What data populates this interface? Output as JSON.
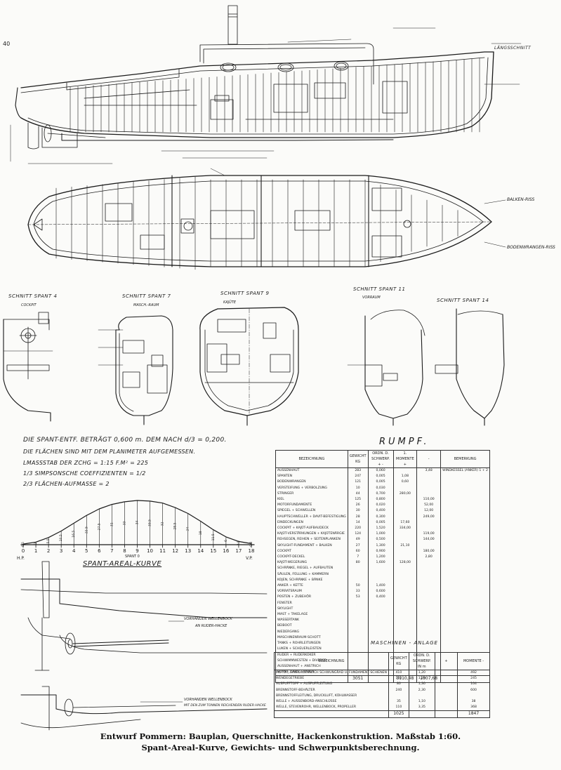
{
  "sheet": {
    "page_number": "40",
    "caption_line1": "Entwurf Pommern: Bauplan, Querschnitte, Hackenkonstruktion. Maßstab 1:60.",
    "caption_line2": "Spant-Areal-Kurve, Gewichts- und Schwerpunktsberechnung."
  },
  "profile": {
    "title": "LÄNGSSCHNITT"
  },
  "plan": {
    "label_upper": "BALKEN-RISS",
    "label_lower": "BODENWRANGEN-RISS"
  },
  "sections": [
    {
      "title": "SCHNITT SPANT 4",
      "sub": "COCKPIT"
    },
    {
      "title": "SCHNITT SPANT 7",
      "sub": "MASCH.-RAUM"
    },
    {
      "title": "SCHNITT SPANT 9",
      "sub": "KAJÜTE"
    },
    {
      "title": "SCHNITT SPANT 11",
      "sub": "VORRAUM"
    },
    {
      "title": "SCHNITT SPANT 14",
      "sub": ""
    }
  ],
  "area_curve": {
    "notes": [
      "DIE SPANT-ENTF. BETRÄGT 0,600 m. DEM NACH d/3 = 0,200.",
      "DIE FLÄCHEN SIND MIT DEM PLANIMETER AUFGEMESSEN.",
      "LMASSSTAB DER ZCHG = 1:15 F.M² = 225",
      "1/3 SIMPSONSCHE COEFFIZIENTEN = 1/2",
      "2/3 FLÄCHEN-AUFMASSE = 2"
    ],
    "title": "SPANT-AREAL-KURVE",
    "end_left": "H.P.",
    "end_right": "V.P.",
    "zero_label": "SPANT 0",
    "chart_data": {
      "type": "area",
      "x": [
        0,
        1,
        2,
        3,
        4,
        5,
        6,
        7,
        8,
        9,
        10,
        11,
        12,
        13,
        14,
        15,
        16,
        17,
        18
      ],
      "y": [
        0.5,
        2.0,
        5.5,
        10.5,
        16.5,
        22.5,
        27.5,
        31.0,
        33.0,
        34.0,
        33.5,
        32.0,
        28.5,
        24.0,
        18.0,
        11.5,
        6.0,
        2.5,
        0.8
      ],
      "xlabel": "SPANT",
      "ylabel": ""
    }
  },
  "stern_detail": {
    "label1": "VORHANDEN WELLENBOCK",
    "label1b": "AN RUDER-HACKE",
    "label2": "VORHANDEN WELLENBOCK",
    "label2b": "MIT DEN ZUM TONNEN REICHENDEN RUDER-HACKE"
  },
  "rumpf": {
    "title": "RUMPF.",
    "headers": [
      "BEZEICHNUNG",
      "GEWICHT KG",
      "ORDN. D. SCHWERP. + -",
      "+",
      "-",
      "1. MOMENTE +",
      "-",
      "BEMERKUNG"
    ],
    "rows": [
      [
        "AUSSENHAUT",
        "283",
        "0,060",
        "",
        "",
        "3,48",
        "WINDKESSEL (ANKER) 1 + 2"
      ],
      [
        "SPANTEN",
        "247",
        "0,005",
        "1,08",
        "",
        "",
        ""
      ],
      [
        "BODENWRANGEN",
        "121",
        "0,005",
        "0,60",
        "",
        "",
        ""
      ],
      [
        "VERSTEIFUNG + VERBOLZUNG",
        "10",
        "0,030",
        "",
        "",
        "",
        ""
      ],
      [
        "STRINGER",
        "44",
        "0,700",
        "280,00",
        "",
        "",
        ""
      ],
      [
        "KIEL",
        "125",
        "0,800",
        "",
        "",
        "110,00",
        ""
      ],
      [
        "MOTORFUNDAMENTE",
        "26",
        "0,020",
        "",
        "",
        "52,00",
        ""
      ],
      [
        "SPIEGEL + SCHWELLEN",
        "30",
        "0,400",
        "",
        "",
        "12,00",
        ""
      ],
      [
        "HAUPTSCHWELLER + DAVIT-BEFESTIGUNG",
        "28",
        "0,300",
        "",
        "",
        "249,00",
        ""
      ],
      [
        "EINDECKUNGEN",
        "14",
        "0,005",
        "17,60",
        "",
        "",
        ""
      ],
      [
        "COCKPIT + KAJÜT-AUFBAUDECK",
        "220",
        "1,520",
        "334,00",
        "",
        "",
        ""
      ],
      [
        "KAJÜT-VERSTÄRKUNGEN + KAJÜTENÄRGIE",
        "124",
        "1,000",
        "",
        "",
        "119,00",
        ""
      ],
      [
        "REHSEGEN, REIHEN + SEITENPLANKEN",
        "49",
        "0,500",
        "",
        "",
        "144,00",
        ""
      ],
      [
        "SKYLIGHT-FUNDAMENT + BALKEN",
        "27",
        "1,300",
        "21,10",
        "",
        "",
        ""
      ],
      [
        "COCKPIT",
        "60",
        "0,900",
        "",
        "",
        "180,00",
        ""
      ],
      [
        "COCKPIT-DECKEL",
        "7",
        "1,200",
        "",
        "",
        "2,80",
        ""
      ],
      [
        "KAJÜT-WEGERUNG",
        "80",
        "1,600",
        "128,00",
        "",
        "",
        ""
      ],
      [
        "SCHRÄNKE, RIEGEL + AUFBAUTEN",
        "",
        "",
        "",
        "",
        "",
        ""
      ],
      [
        "SÄULEN, FÜLLUNG + KAMMERN",
        "",
        "",
        "",
        "",
        "",
        ""
      ],
      [
        "KOJEN, SCHRÄNKE + BÄNKE",
        "",
        "",
        "",
        "",
        "",
        ""
      ],
      [
        "ANKER + KETTE",
        "50",
        "1,400",
        "",
        "",
        "",
        ""
      ],
      [
        "VORRATSRAUM",
        "33",
        "0,600",
        "",
        "",
        "",
        ""
      ],
      [
        "POSTEN + ZUBEHÖR",
        "53",
        "0,400",
        "",
        "",
        "",
        ""
      ],
      [
        "FENSTER",
        "",
        "",
        "",
        "",
        "",
        ""
      ],
      [
        "SKYLIGHT",
        "",
        "",
        "",
        "",
        "",
        ""
      ],
      [
        "MAST + TAKELAGE",
        "",
        "",
        "",
        "",
        "",
        ""
      ],
      [
        "WASSERTANK",
        "",
        "",
        "",
        "",
        "",
        ""
      ],
      [
        "BEIBOOT",
        "",
        "",
        "",
        "",
        "",
        ""
      ],
      [
        "NIEDERGANG",
        "",
        "",
        "",
        "",
        "",
        ""
      ],
      [
        "MASCHINENRAUM-SCHOTT",
        "",
        "",
        "",
        "",
        "",
        ""
      ],
      [
        "TANKS + ROHRLEITUNGEN",
        "",
        "",
        "",
        "",
        "",
        ""
      ],
      [
        "LUKEN + SCHEUERLEISTEN",
        "",
        "",
        "",
        "",
        "",
        ""
      ],
      [
        "RUDER + RUDERKOKER",
        "",
        "",
        "",
        "",
        "",
        ""
      ],
      [
        "SCHWIMMWESTEN + DIVERSE",
        "",
        "",
        "",
        "",
        "",
        ""
      ],
      [
        "AUSSENHAUT + ANSTRICH",
        "",
        "",
        "",
        "",
        "",
        ""
      ],
      [
        "SCHIFF, LAUS, FARBEN",
        "",
        "",
        "",
        "",
        "",
        ""
      ]
    ],
    "totals": [
      "3051",
      "",
      "3110,48",
      "1307,68",
      ""
    ]
  },
  "maschinen": {
    "title": "MASCHINEN - ANLAGE",
    "headers": [
      "BEZEICHNUNG",
      "GEWICHT KG",
      "ORDN. D. SCHWERP. IN m",
      "+",
      "MOMENTE -"
    ],
    "rows": [
      [
        "MOTOR, EINSCHLIESSLICH SCHWUNGRAD U. FUNDAMENT-SCHIENEN",
        "410",
        "1,20",
        "",
        "492"
      ],
      [
        "WENDEGETRIEBE",
        "150",
        "1,30",
        "",
        "245"
      ],
      [
        "AUSPUFFTOPF + AUSPUFFLEITUNG",
        "80",
        "1,30",
        "",
        "104"
      ],
      [
        "BRENNSTOFF-BEHÄLTER",
        "240",
        "2,30",
        "",
        "600"
      ],
      [
        "BRENNSTOFFLEITUNG, DRUCKLUFT, KÜHLWASSER",
        "",
        "",
        "",
        ""
      ],
      [
        "WELLE + AUSSENBORD-ANSCHLÜSSE",
        "35",
        "1,10",
        "",
        "38"
      ],
      [
        "WELLE, STEVENROHR, WELLENBOCK, PROPELLER",
        "110",
        "3,35",
        "",
        "368"
      ]
    ],
    "totals": [
      "1025",
      "",
      "",
      "1847"
    ]
  }
}
